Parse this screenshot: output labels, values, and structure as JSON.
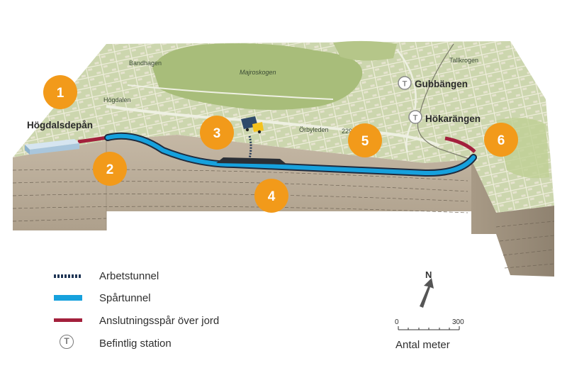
{
  "map": {
    "places": {
      "bandhagen": "Bandhagen",
      "hogdalen": "Högdalen",
      "majroskogen": "Majroskogen",
      "tallkrogen": "Tallkrogen",
      "orbyleden": "Örbyleden",
      "road_number": "229",
      "hogdalsdepan": "Högdalsdepån",
      "gubbangen": "Gubbängen",
      "hokarangen": "Hökarängen"
    },
    "markers": [
      "1",
      "2",
      "3",
      "4",
      "5",
      "6"
    ],
    "station_symbol": "T"
  },
  "legend": {
    "items": [
      {
        "label": "Arbetstunnel",
        "icon": "dashed-line-icon",
        "color": "#1f3555"
      },
      {
        "label": "Spårtunnel",
        "icon": "blue-line-icon",
        "color": "#16a1dd"
      },
      {
        "label": "Anslutningsspår över jord",
        "icon": "red-line-icon",
        "color": "#a3203c"
      },
      {
        "label": "Befintlig station",
        "icon": "station-icon",
        "color": "#7a7a7a"
      }
    ]
  },
  "north_arrow": {
    "label": "N"
  },
  "scale": {
    "start": "0",
    "end": "300",
    "title": "Antal meter"
  },
  "colors": {
    "marker": "#f29a1a",
    "spartunnel": "#16a1dd",
    "arbetstunnel": "#1f3555",
    "anslutningsspar": "#a3203c",
    "terrain": "#cdd7b0",
    "ground": "#bcae9b"
  }
}
